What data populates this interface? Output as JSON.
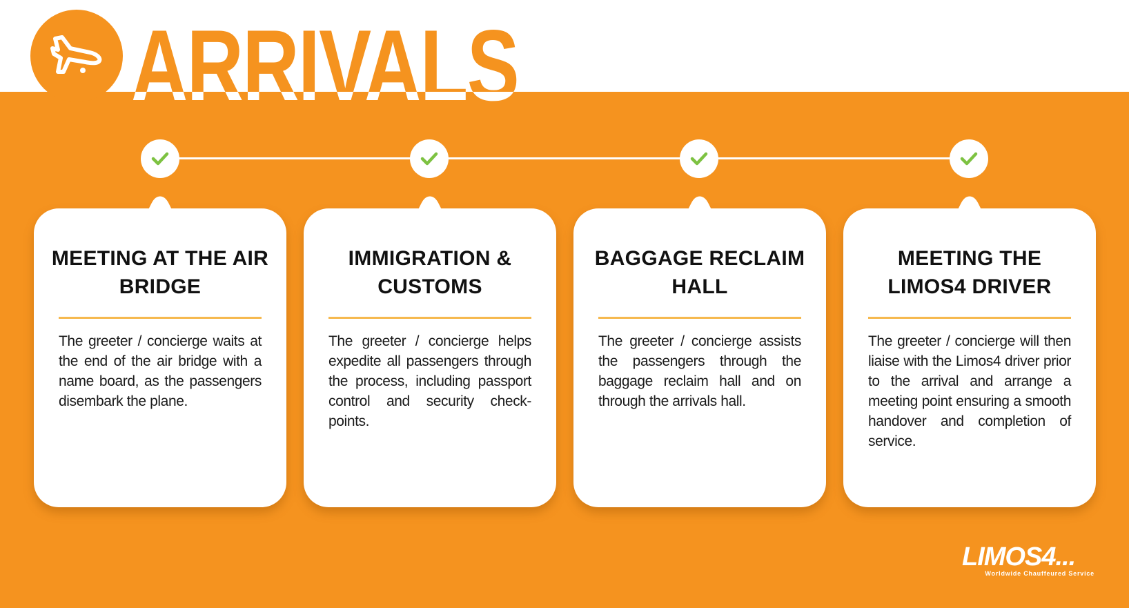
{
  "header": {
    "title": "ARRIVALS",
    "icon": "airplane-landing-icon"
  },
  "colors": {
    "brand_orange": "#f5931f",
    "check_green": "#7dc242",
    "rule_yellow": "#f6b94f"
  },
  "steps": [
    {
      "title": "MEETING AT THE AIR BRIDGE",
      "body": "The greeter / concierge waits at the end of the air bridge with a name board, as the passengers disembark the plane."
    },
    {
      "title": "IMMIGRATION & CUSTOMS",
      "body": "The greeter / concierge helps expedite all passengers through the process, including passport control and security check-points."
    },
    {
      "title": "BAGGAGE RECLAIM HALL",
      "body": "The greeter / concierge assists the passengers through the baggage reclaim hall and on through the arrivals hall."
    },
    {
      "title": "MEETING THE LIMOS4 DRIVER",
      "body": "The greeter / concierge will then liaise with the Limos4 driver prior to the arrival and arrange a meeting point ensuring a smooth handover and completion of service."
    }
  ],
  "logo": {
    "wordmark": "LIMOS4...",
    "tagline": "Worldwide Chauffeured Service"
  }
}
